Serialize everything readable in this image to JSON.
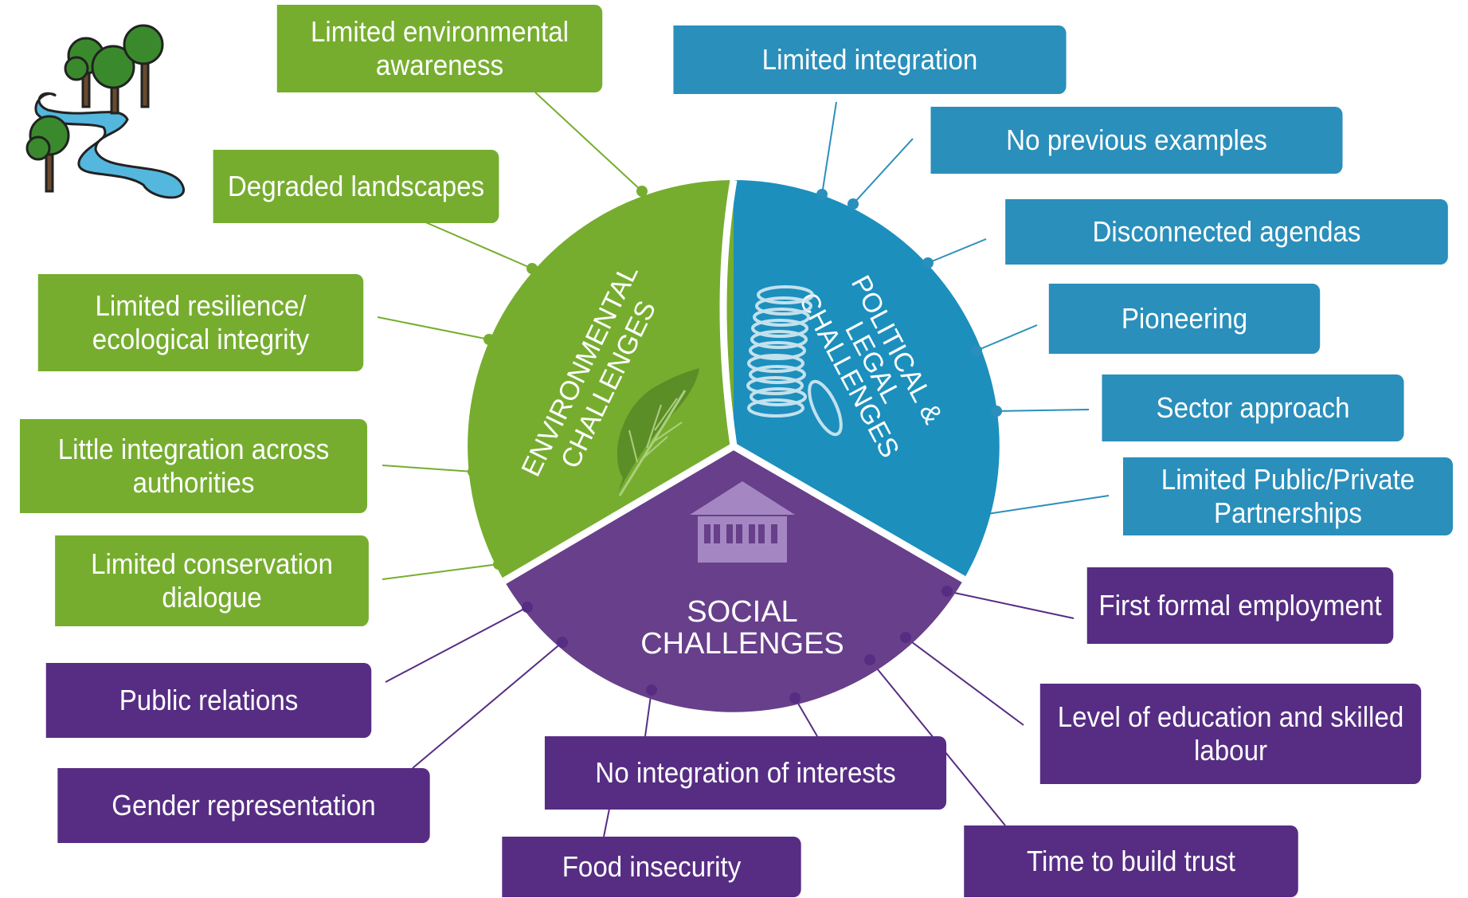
{
  "colors": {
    "environmental": "#76ad2f",
    "political": "#2a8fbb",
    "social": "#562d83"
  },
  "segments": {
    "environmental": "ENVIRONMENTAL CHALLENGES",
    "political": "POLITICAL & LEGAL CHALLENGES",
    "social": "SOCIAL CHALLENGES"
  },
  "icons": {
    "top_left": "river-trees-icon",
    "environmental": "leaf-icon",
    "political": "coin-stack-icon",
    "social": "building-icon"
  },
  "environmental_items": [
    "Limited environmental awareness",
    "Degraded landscapes",
    "Limited resilience/ ecological integrity",
    "Little integration across authorities",
    "Limited conservation dialogue"
  ],
  "political_items": [
    "Limited integration",
    "No previous examples",
    "Disconnected agendas",
    "Pioneering",
    "Sector approach",
    "Limited Public/Private Partnerships"
  ],
  "social_items": [
    "First formal employment",
    "Level of education and skilled labour",
    "Time to build trust",
    "No integration of interests",
    "Food insecurity",
    "Public relations",
    "Gender representation"
  ]
}
